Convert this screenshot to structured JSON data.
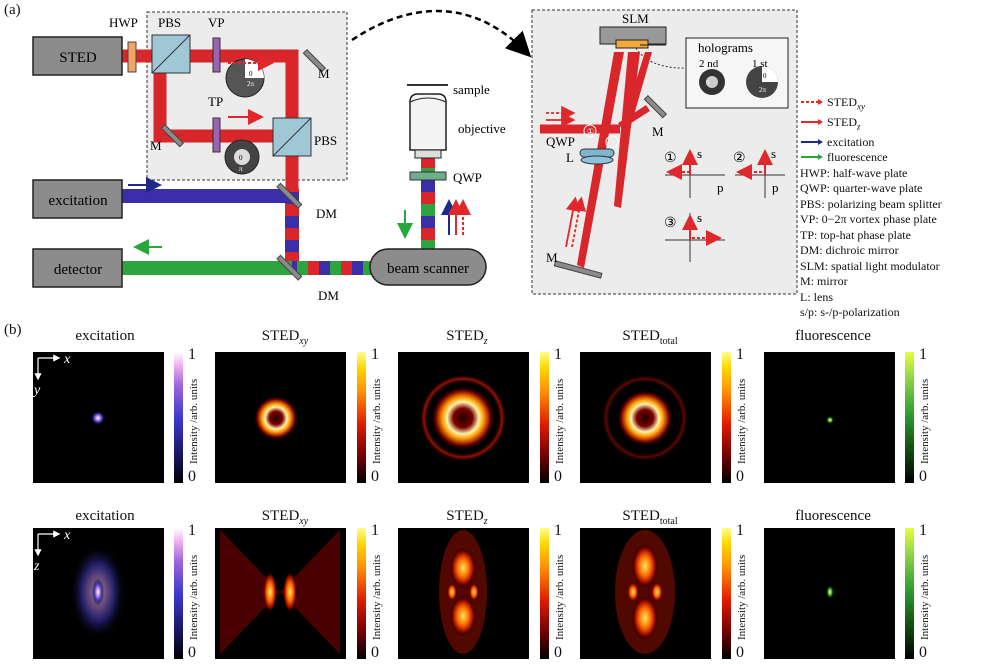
{
  "part_a": {
    "label": "(a)",
    "boxes": {
      "sted": "STED",
      "excitation": "excitation",
      "detector": "detector",
      "beam_scanner": "beam scanner"
    },
    "components": {
      "hwp": "HWP",
      "pbs": "PBS",
      "vp": "VP",
      "tp": "TP",
      "m": "M",
      "dm": "DM",
      "sample": "sample",
      "objective": "objective",
      "qwp": "QWP",
      "slm": "SLM",
      "holograms": "holograms",
      "second": "2 nd",
      "first": "1 st",
      "l": "L",
      "s": "s",
      "p": "p",
      "circ1": "①",
      "circ2": "②",
      "circ3": "③"
    },
    "phase_labels": {
      "zero": "0",
      "two_pi": "2π",
      "pi": "π"
    },
    "legend": [
      {
        "key": "sted_xy",
        "text": "STED",
        "sub": "xy",
        "color": "#e0272b",
        "style": "dotted"
      },
      {
        "key": "sted_z",
        "text": "STED",
        "sub": "z",
        "color": "#e0272b",
        "style": "solid"
      },
      {
        "key": "excitation",
        "text": "excitation",
        "color": "#1d2a8c",
        "style": "solid"
      },
      {
        "key": "fluorescence",
        "text": "fluorescence",
        "color": "#26a63b",
        "style": "solid"
      }
    ],
    "abbreviations": [
      "HWP: half-wave plate",
      "QWP: quarter-wave plate",
      "PBS: polarizing beam splitter",
      "VP: 0−2π vortex phase plate",
      "TP: top-hat phase plate",
      "DM: dichroic mirror",
      "SLM: spatial light modulator",
      "M: mirror",
      "L: lens",
      "s/p: s-/p-polarization"
    ]
  },
  "part_b": {
    "label": "(b)",
    "titles": {
      "excitation": "excitation",
      "sted": "STED",
      "sub_xy": "xy",
      "sub_z": "z",
      "sub_total": "total",
      "fluorescence": "fluorescence"
    },
    "axes": {
      "x": "x",
      "y": "y",
      "z": "z"
    },
    "colorbar": {
      "max": "1",
      "min": "0",
      "label": "Intensity /arb. units"
    },
    "colormaps": {
      "excitation": [
        "#000000",
        "#1c1a6e",
        "#3d3ad1",
        "#a067d8",
        "#f2b2f0",
        "#ffffff"
      ],
      "hot": [
        "#000000",
        "#6e0000",
        "#e21b00",
        "#ff8f00",
        "#ffd700",
        "#ffff88"
      ],
      "green": [
        "#000000",
        "#0f4e0f",
        "#2fa52f",
        "#8fd44a",
        "#e6ff3a"
      ]
    }
  }
}
